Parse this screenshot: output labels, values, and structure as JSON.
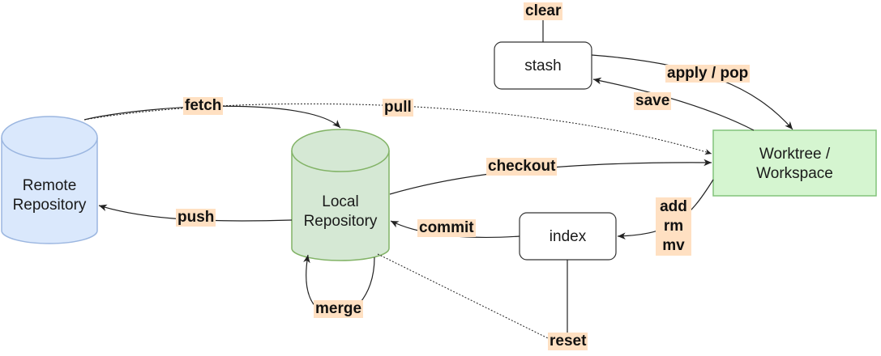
{
  "nodes": {
    "remote": {
      "label": "Remote\nRepository",
      "fill": "#dae8fc",
      "stroke": "#9bb6e0"
    },
    "local": {
      "label": "Local\nRepository",
      "fill": "#d5e8d4",
      "stroke": "#82b366"
    },
    "stash": {
      "label": "stash",
      "fill": "#ffffff",
      "stroke": "#333333"
    },
    "worktree": {
      "label": "Worktree /\nWorkspace",
      "fill": "#d5f5d0",
      "stroke": "#82c37a"
    },
    "index": {
      "label": "index",
      "fill": "#ffffff",
      "stroke": "#333333"
    }
  },
  "edges": {
    "clear": "clear",
    "apply_pop": "apply / pop",
    "save": "save",
    "fetch": "fetch",
    "pull": "pull",
    "checkout": "checkout",
    "push": "push",
    "commit": "commit",
    "add_rm_mv": "add\nrm\nmv",
    "merge": "merge",
    "reset": "reset"
  },
  "colors": {
    "label_bg": "#ffe0c2",
    "edge_stroke": "#222222"
  }
}
